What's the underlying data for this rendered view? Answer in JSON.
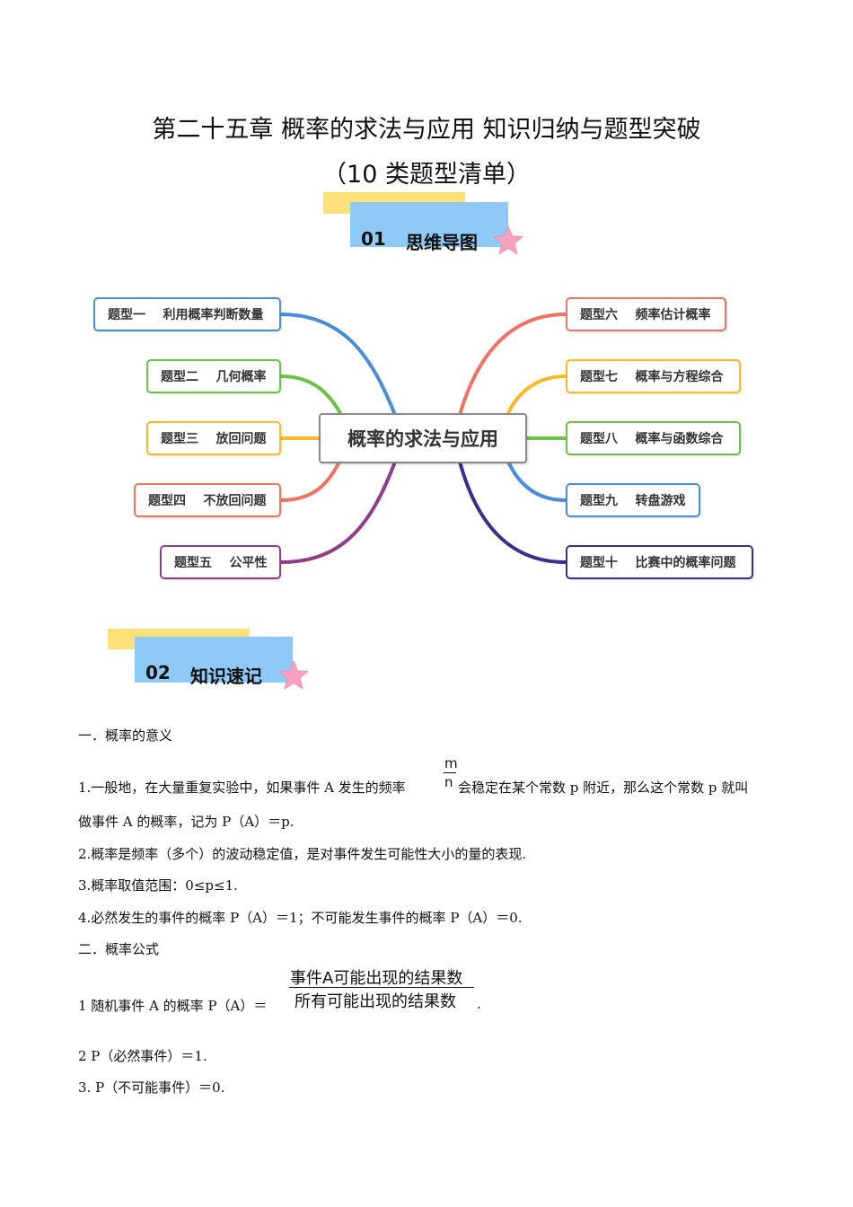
{
  "title_line1": "第二十五章  概率的求法与应用  知识归纳与题型突破",
  "title_line2": "（10 类题型清单）",
  "section1": {
    "number": "01",
    "label": "思维导图"
  },
  "section2": {
    "number": "02",
    "label": "知识速记"
  },
  "mindmap": {
    "center": "概率的求法与应用",
    "left": [
      {
        "label": "题型一    利用概率判断数量",
        "color": "#4a8fd6"
      },
      {
        "label": "题型二    几何概率",
        "color": "#6cc04a"
      },
      {
        "label": "题型三    放回问题",
        "color": "#f7b928"
      },
      {
        "label": "题型四    不放回问题",
        "color": "#f07262"
      },
      {
        "label": "题型五    公平性",
        "color": "#8e3d88"
      }
    ],
    "right": [
      {
        "label": "题型六    频率估计概率",
        "color": "#f07262"
      },
      {
        "label": "题型七    概率与方程综合",
        "color": "#f7b928"
      },
      {
        "label": "题型八    概率与函数综合",
        "color": "#6cc04a"
      },
      {
        "label": "题型九    转盘游戏",
        "color": "#4a8fd6"
      },
      {
        "label": "题型十    比赛中的概率问题",
        "color": "#3c2f8c"
      }
    ]
  },
  "content": {
    "h1": "一．概率的意义",
    "p1_a": "1.一般地，在大量重复实验中，如果事件 A 发生的频率",
    "p1_frac_num": "m",
    "p1_frac_den": "n",
    "p1_b": "会稳定在某个常数 p 附近，那么这个常数 p 就叫",
    "p1_c": "做事件 A 的概率，记为 P（A）＝p.",
    "p2": "2.概率是频率（多个）的波动稳定值，是对事件发生可能性大小的量的表现.",
    "p3": "3.概率取值范围：0≤p≤1.",
    "p4": "4.必然发生的事件的概率 P（A）＝1；不可能发生事件的概率 P（A）＝0.",
    "h2": "二．概率公式",
    "f1_a": "1    随机事件 A 的概率 P（A）＝",
    "f1_num": "事件A可能出现的结果数",
    "f1_den": "所有可能出现的结果数",
    "f1_end": ".",
    "f2": "2    P（必然事件）＝1.",
    "f3": "3.  P（不可能事件）＝0."
  }
}
